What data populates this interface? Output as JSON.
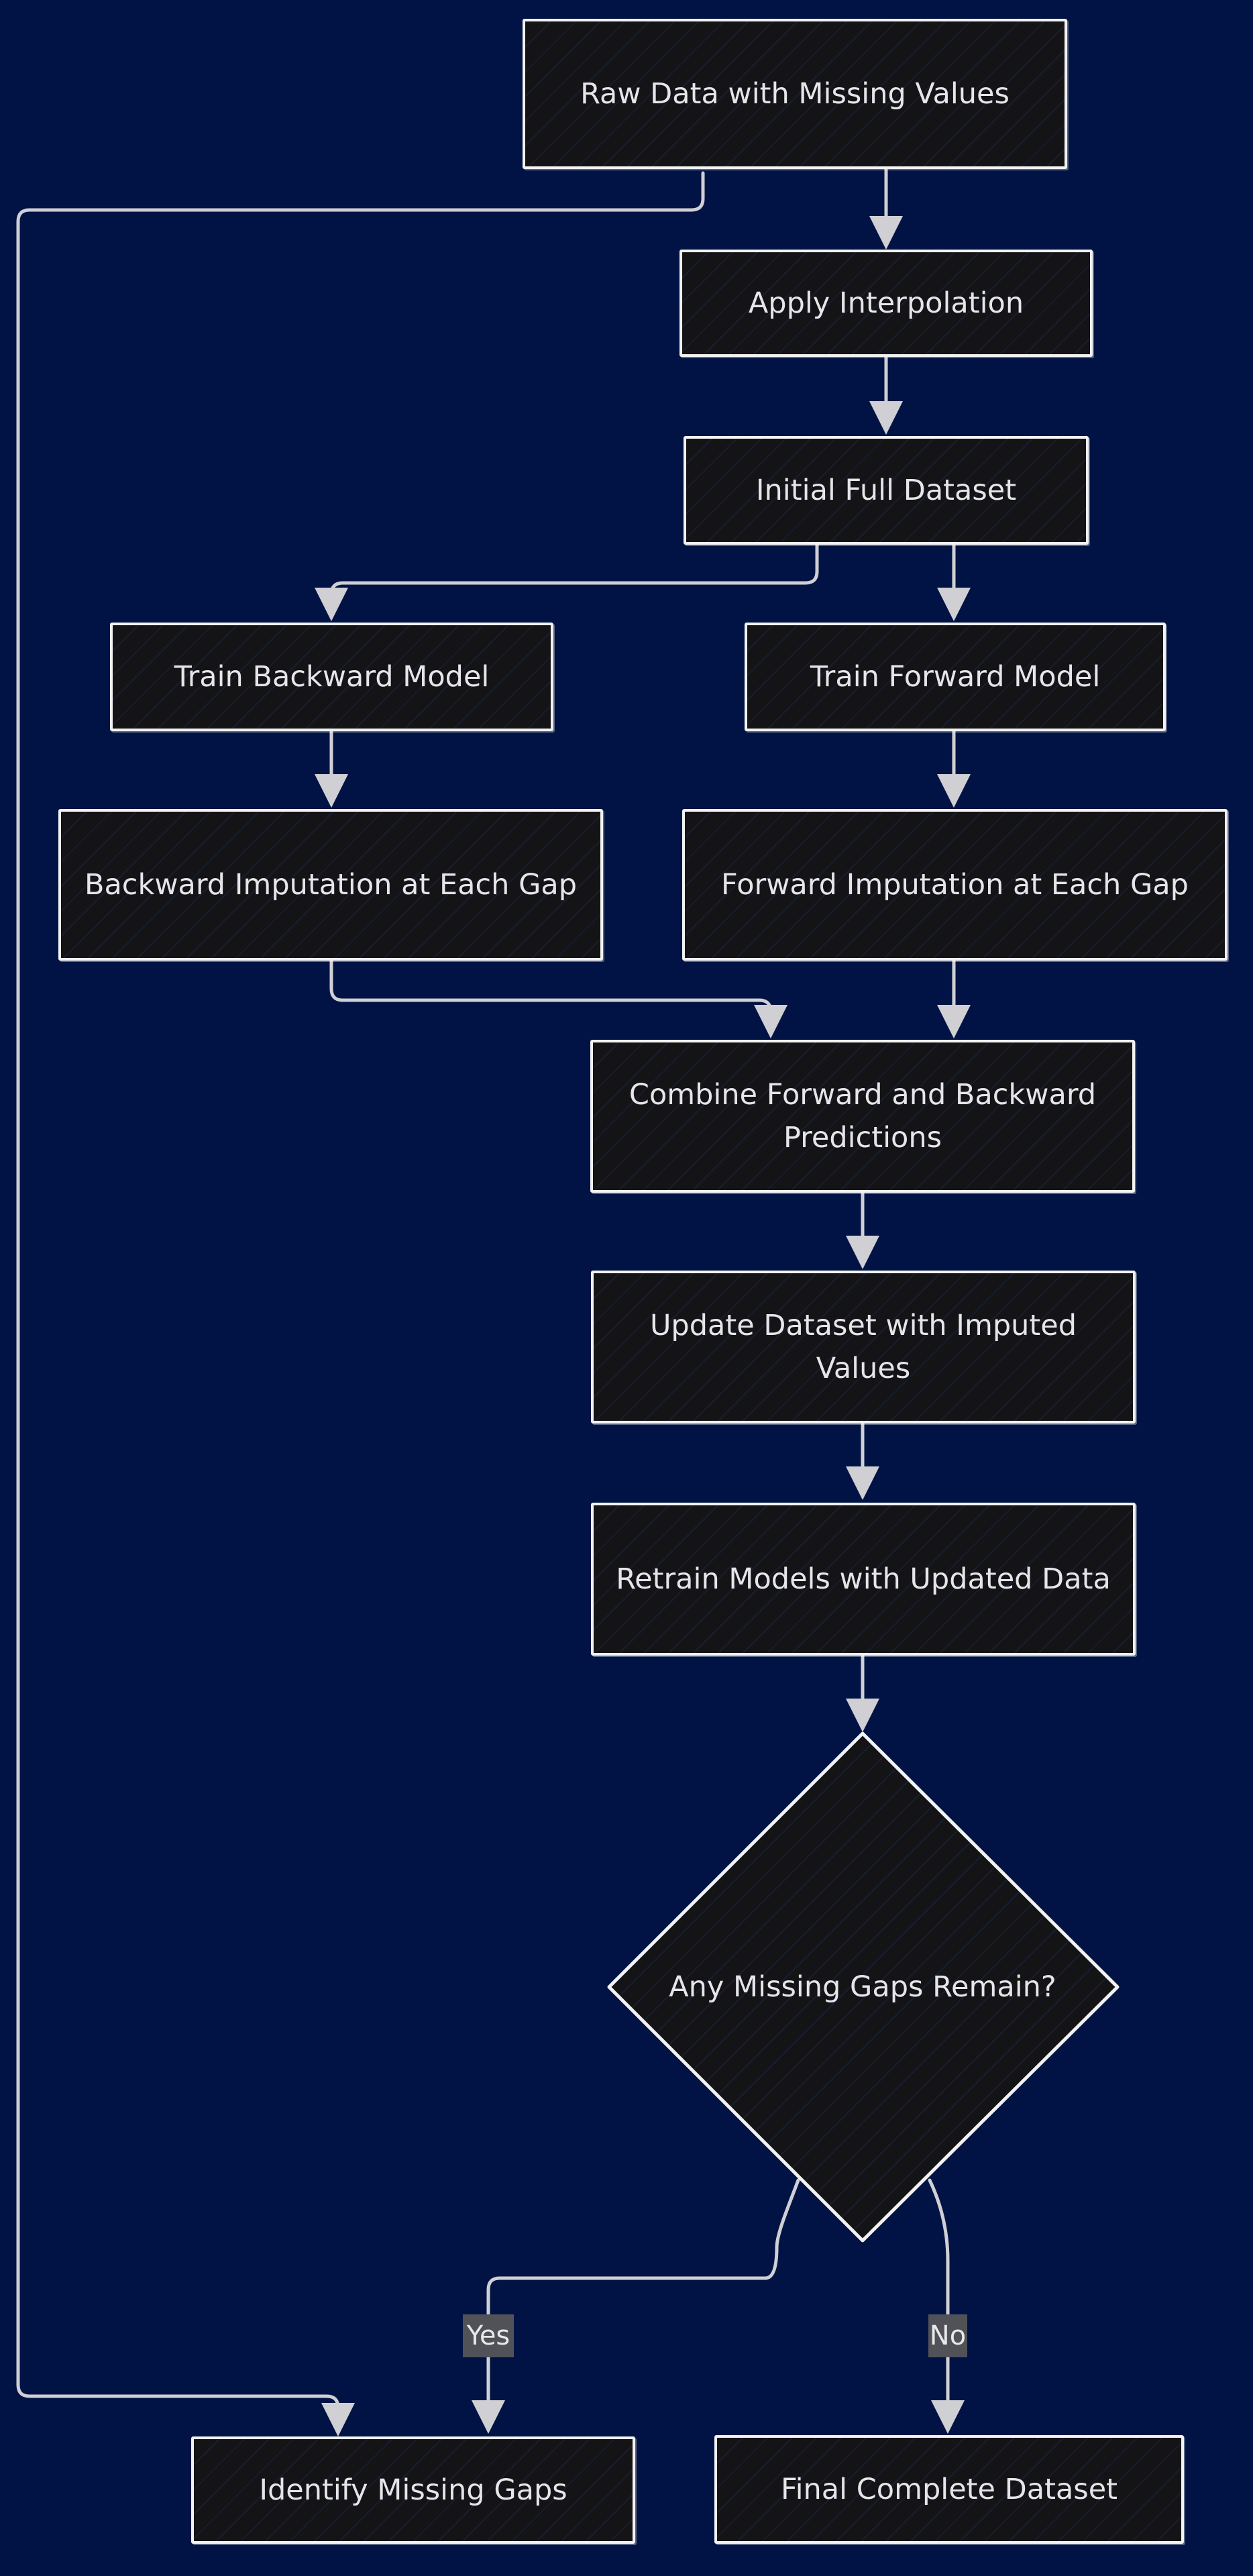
{
  "colors": {
    "background": "#001344",
    "node_fill": "#141416",
    "node_border": "#f2f2f2",
    "edge": "#d0d0d4",
    "label_bg": "#505258"
  },
  "nodes": {
    "raw_data": "Raw Data with Missing Values",
    "apply_interpolation": "Apply Interpolation",
    "initial_full_dataset": "Initial Full Dataset",
    "train_backward_model": "Train Backward Model",
    "train_forward_model": "Train Forward Model",
    "backward_imputation": "Backward Imputation at Each Gap",
    "forward_imputation": "Forward Imputation at Each Gap",
    "combine_predictions": "Combine Forward and Backward Predictions",
    "update_dataset": "Update Dataset with Imputed Values",
    "retrain_models": "Retrain Models with Updated Data",
    "any_missing_gaps": "Any Missing Gaps Remain?",
    "identify_missing_gaps": "Identify Missing Gaps",
    "final_complete_dataset": "Final Complete Dataset"
  },
  "edge_labels": {
    "yes": "Yes",
    "no": "No"
  }
}
